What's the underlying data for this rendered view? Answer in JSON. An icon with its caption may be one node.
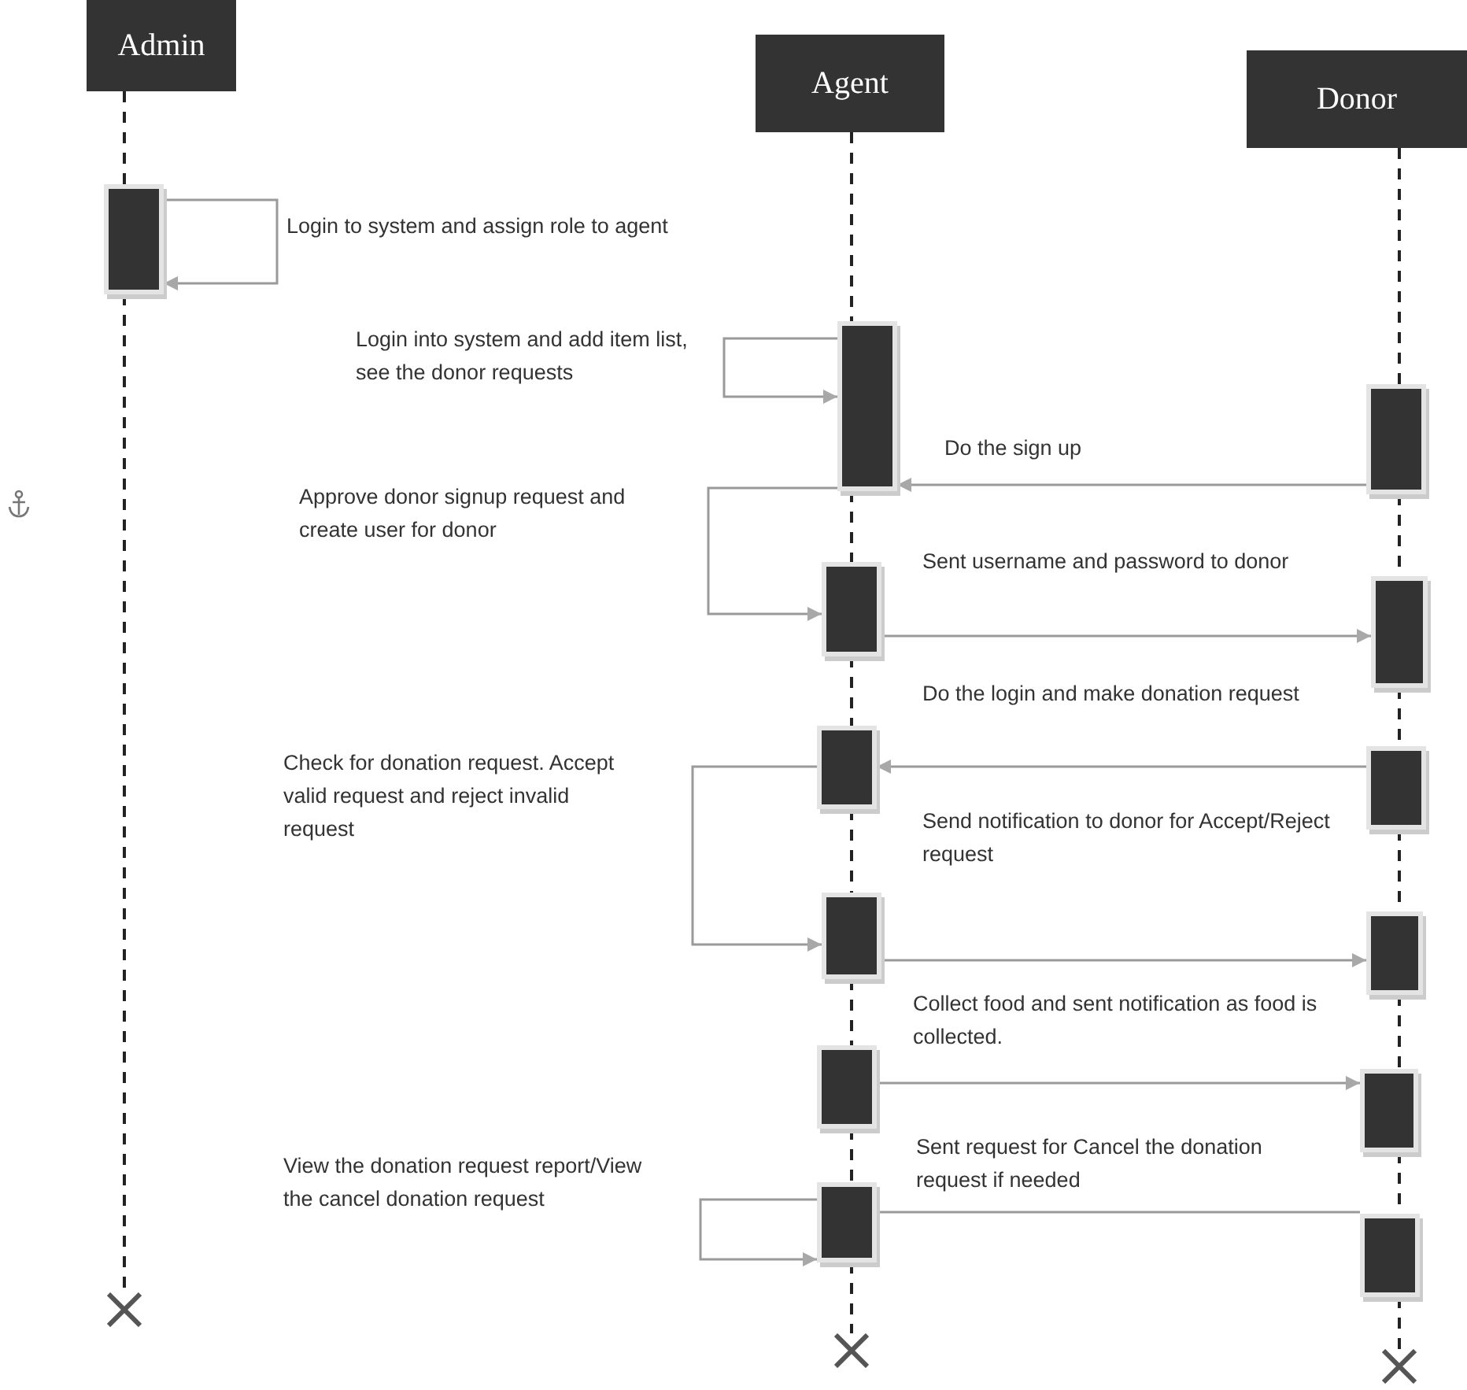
{
  "diagram": {
    "nodes": [
      {
        "text": [
          "Admin"
        ]
      },
      {
        "text": [
          "Agent"
        ]
      },
      {
        "text": [
          "Donor"
        ]
      },
      {
        "text": [],
        "shape": "bar"
      },
      {
        "text": [],
        "shape": "bar"
      },
      {
        "text": [],
        "shape": "bar"
      },
      {
        "text": [],
        "shape": "bar"
      },
      {
        "text": [],
        "shape": "bar"
      },
      {
        "text": [],
        "shape": "bar"
      },
      {
        "text": [],
        "shape": "bar"
      },
      {
        "text": [],
        "shape": "bar"
      },
      {
        "text": [],
        "shape": "bar"
      },
      {
        "text": [],
        "shape": "bar"
      },
      {
        "text": [],
        "shape": "bar"
      },
      {
        "text": [],
        "shape": "bar"
      },
      {
        "text": [],
        "shape": "bar"
      },
      {
        "text": [],
        "shape": "cross"
      },
      {
        "text": [],
        "shape": "cross"
      },
      {
        "text": [],
        "shape": "cross"
      }
    ],
    "edges": [
      {
        "from": 3,
        "to": 3,
        "arrow": "to",
        "label": "Login to system and assign role to agent",
        "color": "#9a9a9a"
      },
      {
        "from": 4,
        "to": 4,
        "arrow": "to",
        "label": "Login into system and add item list, see the donor requests",
        "color": "#9a9a9a"
      },
      {
        "from": 10,
        "to": 4,
        "arrow": "to",
        "label": "Do the sign up",
        "color": "#9a9a9a"
      },
      {
        "from": 4,
        "to": 5,
        "arrow": "to",
        "label": "Approve donor signup request and create user for donor",
        "color": "#9a9a9a"
      },
      {
        "from": 5,
        "to": 11,
        "arrow": "to",
        "label": "Sent username and password to donor",
        "color": "#9a9a9a"
      },
      {
        "from": 12,
        "to": 6,
        "arrow": "to",
        "label": "Do the login and make donation request",
        "color": "#9a9a9a"
      },
      {
        "from": 6,
        "to": 7,
        "arrow": "to",
        "label": "Check for donation request. Accept valid request and reject invalid request",
        "color": "#9a9a9a"
      },
      {
        "from": 7,
        "to": 13,
        "arrow": "to",
        "label": "Send notification to donor for Accept/Reject request",
        "color": "#9a9a9a"
      },
      {
        "from": 8,
        "to": 14,
        "arrow": "to",
        "label": "Collect food and sent notification as food is collected.",
        "color": "#9a9a9a"
      },
      {
        "from": 15,
        "to": 9,
        "arrow": "none",
        "label": "Sent request for Cancel the donation request if needed",
        "color": "#9a9a9a"
      },
      {
        "from": 9,
        "to": 9,
        "arrow": "to",
        "label": "View the donation request report/View the cancel donation request",
        "color": "#9a9a9a"
      },
      {
        "from": 0,
        "to": 3,
        "arrow": "none",
        "style": "dashed"
      },
      {
        "from": 3,
        "to": 16,
        "arrow": "none",
        "style": "dashed"
      },
      {
        "from": 1,
        "to": 4,
        "arrow": "none",
        "style": "dashed"
      },
      {
        "from": 4,
        "to": 5,
        "arrow": "none",
        "style": "dashed"
      },
      {
        "from": 5,
        "to": 6,
        "arrow": "none",
        "style": "dashed"
      },
      {
        "from": 6,
        "to": 7,
        "arrow": "none",
        "style": "dashed"
      },
      {
        "from": 7,
        "to": 8,
        "arrow": "none",
        "style": "dashed"
      },
      {
        "from": 8,
        "to": 9,
        "arrow": "none",
        "style": "dashed"
      },
      {
        "from": 9,
        "to": 17,
        "arrow": "none",
        "style": "dashed"
      },
      {
        "from": 2,
        "to": 10,
        "arrow": "none",
        "style": "dashed"
      },
      {
        "from": 10,
        "to": 11,
        "arrow": "none",
        "style": "dashed"
      },
      {
        "from": 11,
        "to": 12,
        "arrow": "none",
        "style": "dashed"
      },
      {
        "from": 12,
        "to": 13,
        "arrow": "none",
        "style": "dashed"
      },
      {
        "from": 13,
        "to": 14,
        "arrow": "none",
        "style": "dashed"
      },
      {
        "from": 14,
        "to": 15,
        "arrow": "none",
        "style": "dashed"
      },
      {
        "from": 15,
        "to": 18,
        "arrow": "none",
        "style": "dashed"
      }
    ]
  }
}
